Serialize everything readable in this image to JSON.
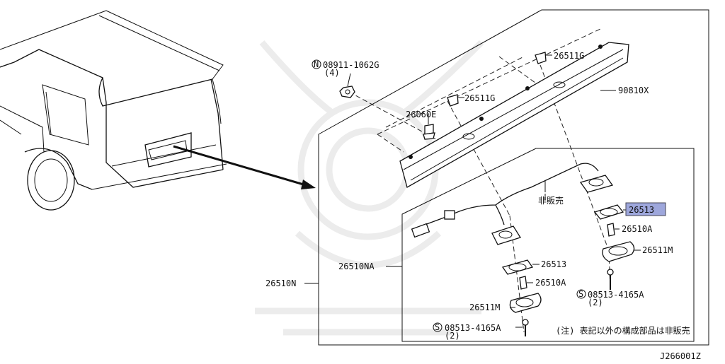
{
  "diagram_id": "J266001Z",
  "labels": {
    "nut_marker": "N",
    "nut_part": "08911-1062G",
    "nut_qty": "(4)",
    "clip_a": "26511G",
    "clip_b": "26511G",
    "bulb": "26060E",
    "finisher": "90810X",
    "harness_note": "非販売",
    "gasket_highlight": "26513",
    "gasket": "26513",
    "spacer_right": "26510A",
    "spacer_left": "26510A",
    "lamp_right": "26511M",
    "lamp_left": "26511M",
    "lamp_assy": "26510NA",
    "lamp_set": "26510N",
    "screw_marker": "S",
    "screw_right_part": "08513-4165A",
    "screw_right_qty": "(2)",
    "screw_left_part": "08513-4165A",
    "screw_left_qty": "(2)",
    "footnote": "(注) 表記以外の構成部品は非販売"
  },
  "colors": {
    "line": "#111111",
    "highlight": "#9ea7dc",
    "watermark": "#ececec"
  }
}
